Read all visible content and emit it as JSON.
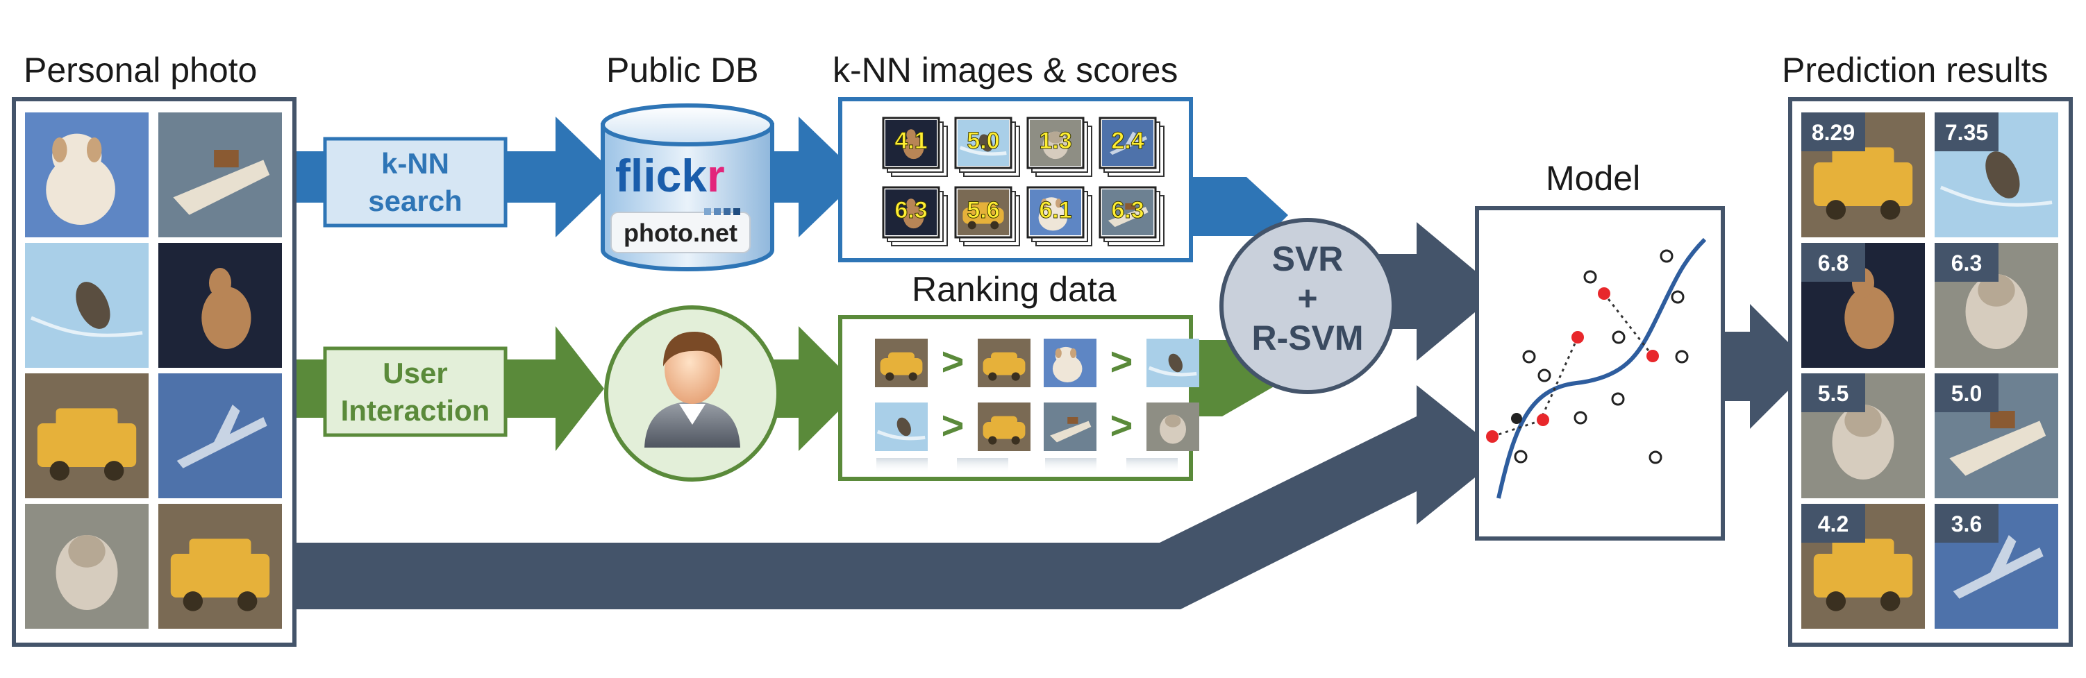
{
  "labels": {
    "personal_photo": "Personal photo",
    "public_db": "Public DB",
    "knn_images": "k-NN images & scores",
    "ranking_data": "Ranking data",
    "model": "Model",
    "prediction_results": "Prediction results"
  },
  "steps": {
    "knn_search": [
      "k-NN",
      "search"
    ],
    "user_interaction": [
      "User",
      "Interaction"
    ]
  },
  "database": {
    "logo_flick": "flick",
    "logo_r": "r",
    "sublogo": "photo.net"
  },
  "svr_node": [
    "SVR",
    "+",
    "R-SVM"
  ],
  "knn_scores": [
    "4.1",
    "5.0",
    "1.3",
    "2.4",
    "6.3",
    "5.6",
    "6.1",
    "6.3"
  ],
  "ranking_arrow": ">",
  "prediction_scores": [
    "8.29",
    "7.35",
    "6.8",
    "6.3",
    "5.5",
    "5.0",
    "4.2",
    "3.6"
  ],
  "photos": [
    "dog",
    "boat",
    "bird",
    "deer",
    "car",
    "airplane",
    "cat",
    "car"
  ],
  "result_photos": [
    "car",
    "bird",
    "deer",
    "cat",
    "cat",
    "boat",
    "car",
    "airplane"
  ],
  "colors": {
    "blue": "#2e75b6",
    "blue_light": "#d6e6f4",
    "green": "#5a8a3a",
    "green_light": "#e3efd9",
    "slate": "#44546a",
    "svr_fill": "#c9d0db",
    "red_dot": "#e8272b",
    "score_yellow": "#ffee33"
  }
}
